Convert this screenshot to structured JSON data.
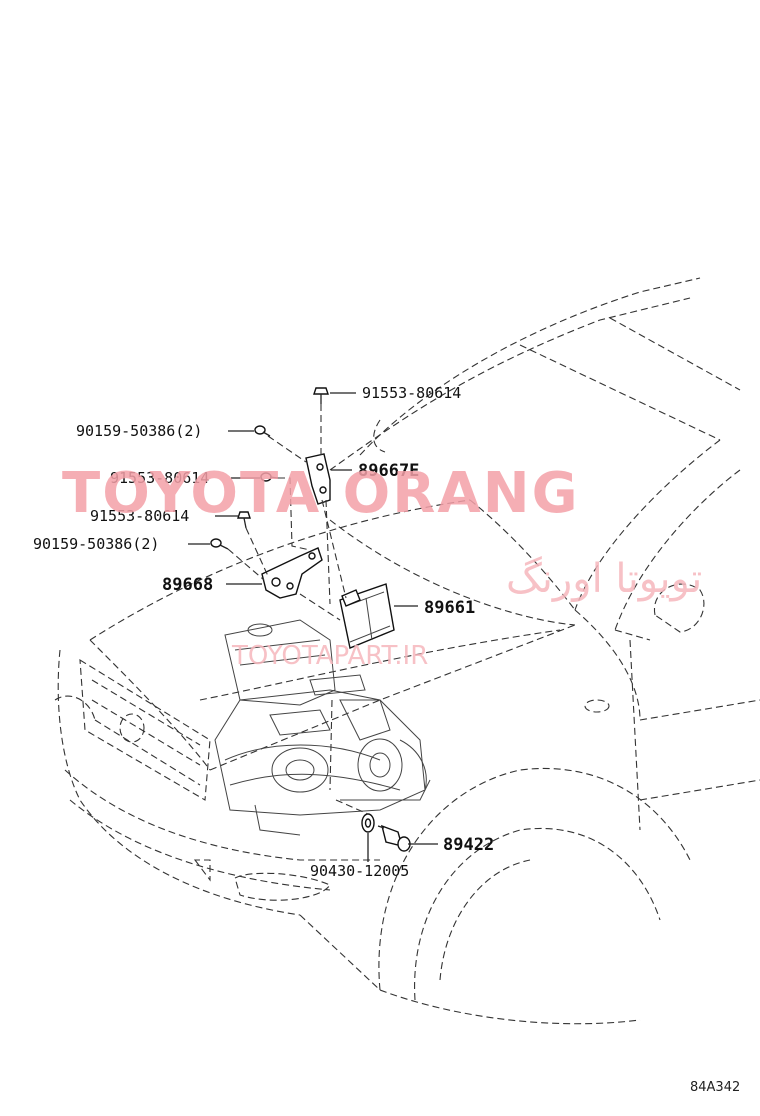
{
  "watermark": {
    "brand": "TOYOTA ORANG",
    "arabic": "تویوتا اورنگ",
    "site": "TOYOTAPART.IR"
  },
  "parts": [
    {
      "id": "p1",
      "number": "91553-80614",
      "bold": false
    },
    {
      "id": "p2",
      "number": "90159-50386(2)",
      "bold": false
    },
    {
      "id": "p3",
      "number": "89667E",
      "bold": true
    },
    {
      "id": "p4",
      "number": "91553-80614",
      "bold": false
    },
    {
      "id": "p5",
      "number": "91553-80614",
      "bold": false
    },
    {
      "id": "p6",
      "number": "90159-50386(2)",
      "bold": false
    },
    {
      "id": "p7",
      "number": "89668",
      "bold": true
    },
    {
      "id": "p8",
      "number": "89661",
      "bold": true
    },
    {
      "id": "p9",
      "number": "89422",
      "bold": true
    },
    {
      "id": "p10",
      "number": "90430-12005",
      "bold": false
    }
  ],
  "diagram_code": "84A342"
}
